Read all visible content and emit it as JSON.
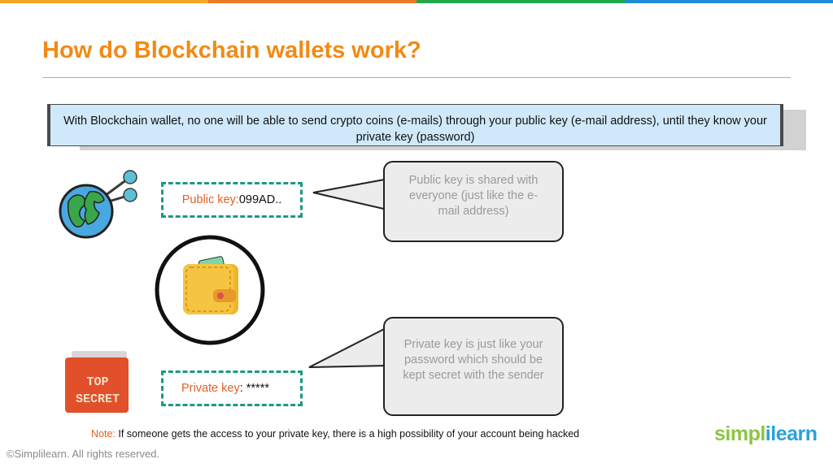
{
  "colors": {
    "top_bar": [
      "#f5a623",
      "#ec7a26",
      "#22a84a",
      "#1f8ad6"
    ],
    "title": "#f28a14",
    "banner_bg": "#cfe9fa",
    "key_label": "#e0602a",
    "dashed_border": "#1a9a82"
  },
  "slide": {
    "title": "How do Blockchain wallets work?",
    "banner_text": "With Blockchain wallet, no one will be able to send crypto coins (e-mails) through your public key (e-mail address), until they know your private key (password)"
  },
  "public_key": {
    "label": "Public key:",
    "value": " 099AD..",
    "bubble_text": "Public key is shared with everyone (just like the e-mail address)",
    "icon": "globe-share-icon"
  },
  "wallet": {
    "icon": "wallet-icon"
  },
  "private_key": {
    "label": "Private key",
    "value": ": *****",
    "bubble_text": "Private key is just like your password which should be kept secret with the sender",
    "icon": "top-secret-folder-icon",
    "folder_text": [
      "TOP",
      "SECRET"
    ]
  },
  "note": {
    "label": "Note:",
    "text": " If someone gets the access to your private key, there is a high possibility of your account being hacked"
  },
  "footer": {
    "copyright": "©Simplilearn. All rights reserved.",
    "logo_part1": "simpl",
    "logo_part2": "i",
    "logo_part3": "learn"
  }
}
